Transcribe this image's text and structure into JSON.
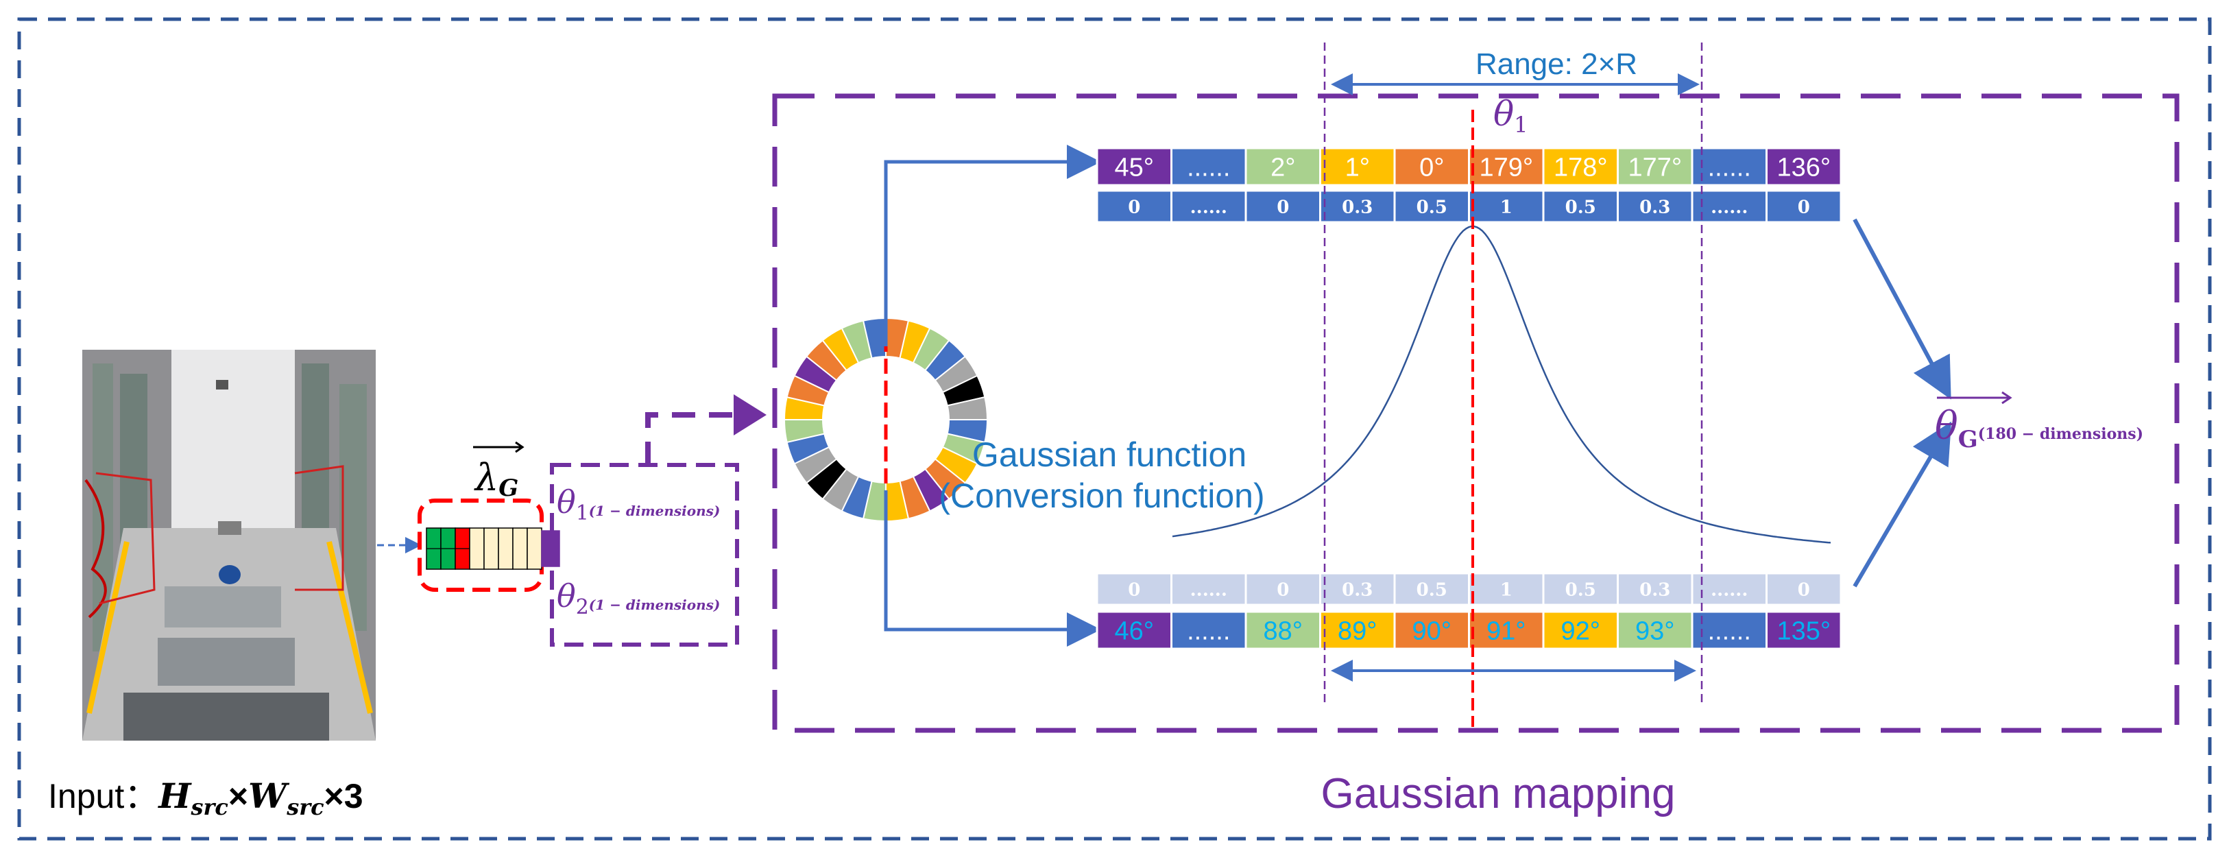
{
  "input_label": {
    "prefix": "Input：",
    "H": "H",
    "H_sub": "src",
    "times1": "×",
    "W": "W",
    "W_sub": "src",
    "times3": "×3"
  },
  "lambda_label": {
    "symbol": "λ",
    "sub": "G"
  },
  "theta1_output": {
    "symbol": "θ",
    "sub": "1",
    "dims": "(1 − dimensions)"
  },
  "theta2_output": {
    "symbol": "θ",
    "sub": "2",
    "dims": "(1 − dimensions)"
  },
  "range_label": "Range: 2×R",
  "theta1_top": {
    "symbol": "θ",
    "sub": "1"
  },
  "function_label": {
    "line1": "Gaussian function",
    "line2": "(Conversion function)"
  },
  "theta_g_output": {
    "symbol": "θ",
    "sub": "G",
    "dims": "(180 − dimensions)"
  },
  "section_title": "Gaussian mapping",
  "colors": {
    "frame_blue": "#2e5496",
    "purple": "#7030a0",
    "arrow_blue": "#4472c4",
    "red": "#ff0000",
    "label_blue": "#1f78c1",
    "weights_top_bg": "#4472c4",
    "weights_bottom_bg": "#c9d3ea"
  },
  "top_angles": [
    {
      "text": "45°",
      "bg": "#7030a0",
      "fg": "#ffffff"
    },
    {
      "text": "......",
      "bg": "#4472c4",
      "fg": "#ffffff"
    },
    {
      "text": "2°",
      "bg": "#a9d18e",
      "fg": "#ffffff"
    },
    {
      "text": "1°",
      "bg": "#ffc000",
      "fg": "#ffffff"
    },
    {
      "text": "0°",
      "bg": "#ed7d31",
      "fg": "#ffffff"
    },
    {
      "text": "179°",
      "bg": "#ed7d31",
      "fg": "#ffffff"
    },
    {
      "text": "178°",
      "bg": "#ffc000",
      "fg": "#ffffff"
    },
    {
      "text": "177°",
      "bg": "#a9d18e",
      "fg": "#ffffff"
    },
    {
      "text": "......",
      "bg": "#4472c4",
      "fg": "#ffffff"
    },
    {
      "text": "136°",
      "bg": "#7030a0",
      "fg": "#ffffff"
    }
  ],
  "top_weights": [
    "0",
    "......",
    "0",
    "0.3",
    "0.5",
    "1",
    "0.5",
    "0.3",
    "......",
    "0"
  ],
  "bottom_weights": [
    "0",
    "......",
    "0",
    "0.3",
    "0.5",
    "1",
    "0.5",
    "0.3",
    "......",
    "0"
  ],
  "bottom_angles": [
    {
      "text": "46°",
      "bg": "#7030a0",
      "fg": "#00b0f0"
    },
    {
      "text": "......",
      "bg": "#4472c4",
      "fg": "#ffffff"
    },
    {
      "text": "88°",
      "bg": "#a9d18e",
      "fg": "#00b0f0"
    },
    {
      "text": "89°",
      "bg": "#ffc000",
      "fg": "#00b0f0"
    },
    {
      "text": "90°",
      "bg": "#ed7d31",
      "fg": "#00b0f0"
    },
    {
      "text": "91°",
      "bg": "#ed7d31",
      "fg": "#00b0f0"
    },
    {
      "text": "92°",
      "bg": "#ffc000",
      "fg": "#00b0f0"
    },
    {
      "text": "93°",
      "bg": "#a9d18e",
      "fg": "#00b0f0"
    },
    {
      "text": "......",
      "bg": "#4472c4",
      "fg": "#ffffff"
    },
    {
      "text": "135°",
      "bg": "#7030a0",
      "fg": "#00b0f0"
    }
  ],
  "ring_colors": [
    "#ed7d31",
    "#ffc000",
    "#a9d18e",
    "#4472c4",
    "#a6a6a6",
    "#000000",
    "#7030a0"
  ],
  "vector_cells": [
    "#00b050",
    "#00b050",
    "#ff0000",
    "#fff2cc",
    "#fff2cc",
    "#fff2cc",
    "#fff2cc",
    "#fff2cc",
    "#7030a0"
  ]
}
